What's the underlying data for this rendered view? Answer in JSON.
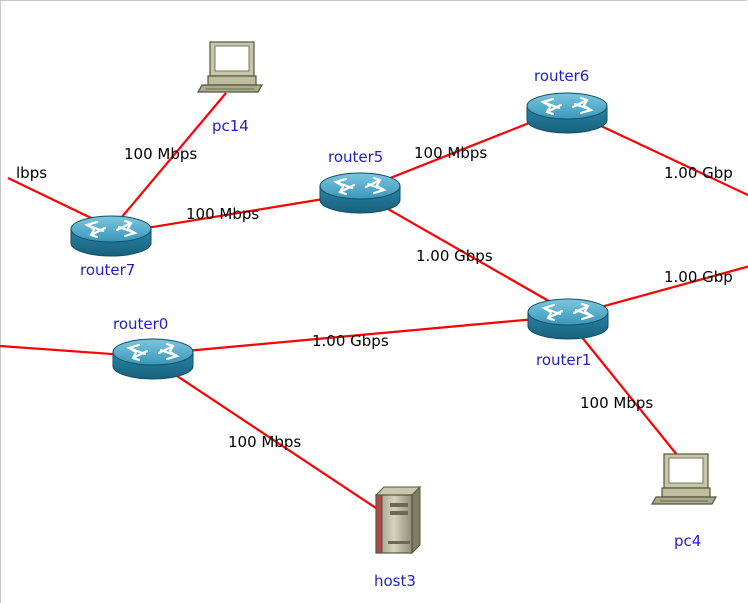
{
  "colors": {
    "link": "#ff0000",
    "node_label": "#1e1ed0",
    "link_label": "#000000",
    "router_body": "#2e8fb0"
  },
  "nodes": {
    "router0": {
      "label": "router0",
      "icon": "router-icon"
    },
    "router1": {
      "label": "router1",
      "icon": "router-icon"
    },
    "router5": {
      "label": "router5",
      "icon": "router-icon"
    },
    "router6": {
      "label": "router6",
      "icon": "router-icon"
    },
    "router7": {
      "label": "router7",
      "icon": "router-icon"
    },
    "pc14": {
      "label": "pc14",
      "icon": "pc-icon"
    },
    "pc4": {
      "label": "pc4",
      "icon": "pc-icon"
    },
    "host3": {
      "label": "host3",
      "icon": "server-icon"
    }
  },
  "links": [
    {
      "from": "pc14",
      "to": "router7",
      "label": "100 Mbps"
    },
    {
      "from": "router7",
      "to": "router5",
      "label": "100 Mbps"
    },
    {
      "from": "router5",
      "to": "router6",
      "label": "100 Mbps"
    },
    {
      "from": "router5",
      "to": "router1",
      "label": "1.00 Gbps"
    },
    {
      "from": "router0",
      "to": "router1",
      "label": "1.00 Gbps"
    },
    {
      "from": "router0",
      "to": "host3",
      "label": "100 Mbps"
    },
    {
      "from": "router1",
      "to": "pc4",
      "label": "100 Mbps"
    },
    {
      "from": "router6",
      "to": "offscreen-right",
      "label": "1.00 Gbp"
    },
    {
      "from": "router1",
      "to": "offscreen-right",
      "label": "1.00 Gbp"
    },
    {
      "from": "offscreen-left",
      "to": "router7",
      "label": "lbps"
    },
    {
      "from": "offscreen-left",
      "to": "router0",
      "label": ""
    }
  ]
}
